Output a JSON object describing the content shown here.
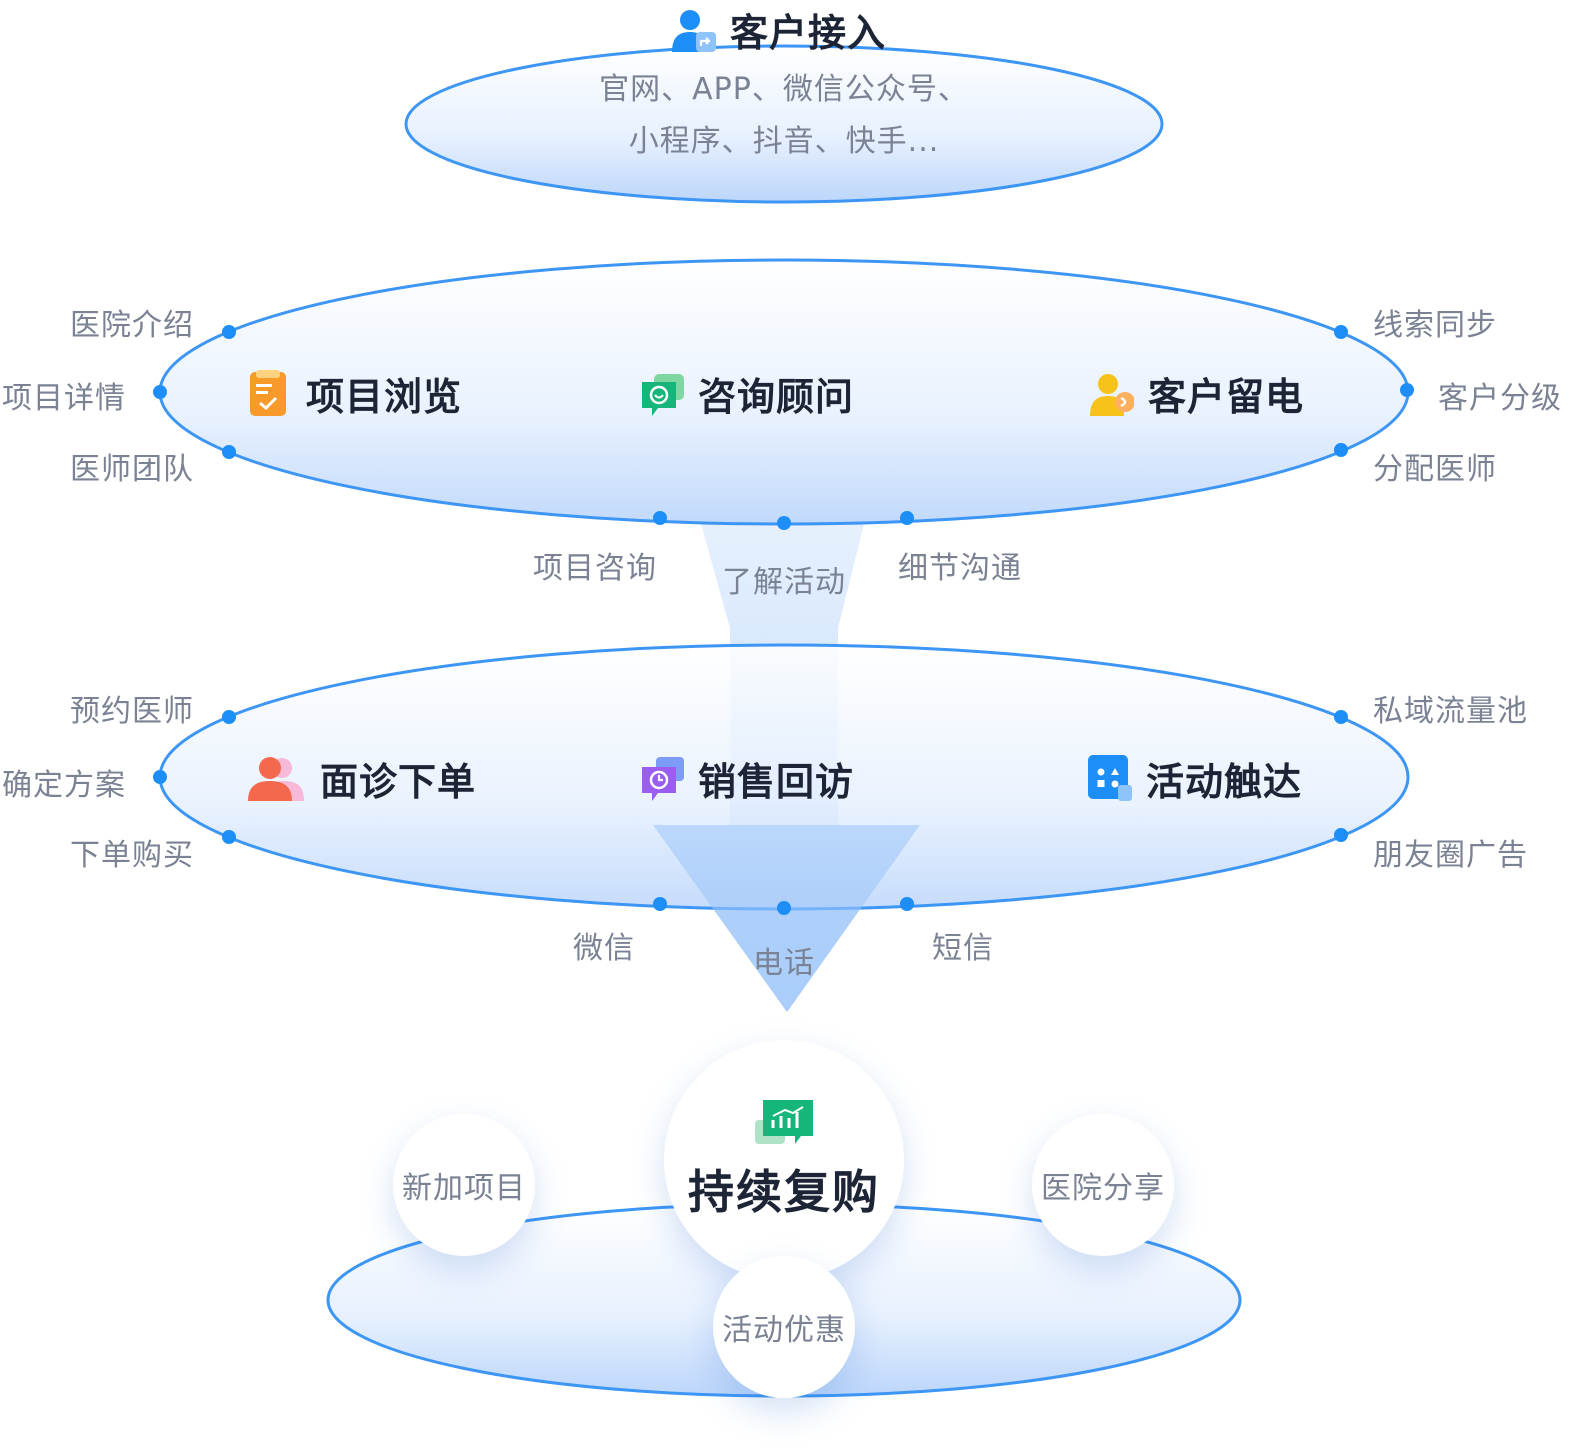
{
  "colors": {
    "accent": "#1e8ef7",
    "heading_text": "#1c2436",
    "label_text": "#7a8294"
  },
  "top": {
    "title": "客户接入",
    "icon": "user-share-icon",
    "channels_line1": "官网、APP、微信公众号、",
    "channels_line2": "小程序、抖音、快手..."
  },
  "layer1": {
    "nodes": [
      {
        "label": "项目浏览",
        "icon": "clipboard-check-icon"
      },
      {
        "label": "咨询顾问",
        "icon": "chat-smile-icon"
      },
      {
        "label": "客户留电",
        "icon": "user-phone-icon"
      }
    ],
    "left_labels": [
      "医院介绍",
      "项目详情",
      "医师团队"
    ],
    "right_labels": [
      "线索同步",
      "客户分级",
      "分配医师"
    ],
    "bottom_labels": [
      "项目咨询",
      "了解活动",
      "细节沟通"
    ]
  },
  "layer2": {
    "nodes": [
      {
        "label": "面诊下单",
        "icon": "users-icon"
      },
      {
        "label": "销售回访",
        "icon": "chat-clock-icon"
      },
      {
        "label": "活动触达",
        "icon": "apps-icon"
      }
    ],
    "left_labels": [
      "预约医师",
      "确定方案",
      "下单购买"
    ],
    "right_labels": [
      "私域流量池",
      "朋友圈广告"
    ],
    "bottom_labels": [
      "微信",
      "电话",
      "短信"
    ]
  },
  "bottom": {
    "center_title": "持续复购",
    "center_icon": "chart-chat-icon",
    "satellites": [
      "新加项目",
      "医院分享",
      "活动优惠"
    ]
  }
}
